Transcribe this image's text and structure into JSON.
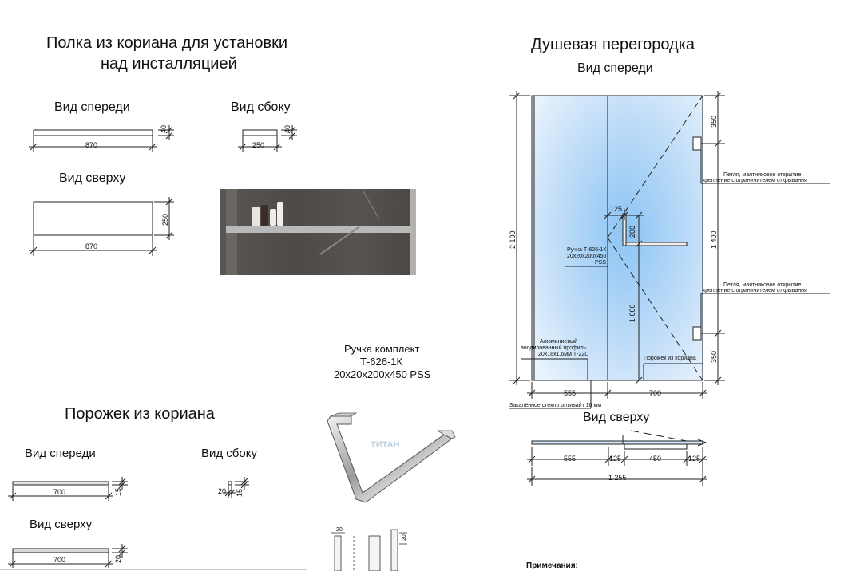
{
  "shelf": {
    "title_line1": "Полка из кориана для установки",
    "title_line2": "над инсталляцией",
    "front_label": "Вид спереди",
    "side_label": "Вид сбоку",
    "top_label": "Вид сверху",
    "front_width": "870",
    "front_height": "40",
    "side_width": "250",
    "side_height": "40",
    "top_width": "870",
    "top_depth": "250"
  },
  "handle": {
    "title_line1": "Ручка комплект",
    "title_line2": "Т-626-1К",
    "title_line3": "20х20х200х450 PSS",
    "watermark": "ТИТАН",
    "dim_a": "20",
    "dim_b": "20"
  },
  "threshold": {
    "title": "Порожек из кориана",
    "front_label": "Вид спереди",
    "side_label": "Вид сбоку",
    "top_label": "Вид сверху",
    "front_width": "700",
    "front_height": "15",
    "side_width": "20",
    "side_height": "15",
    "top_width": "700",
    "top_depth": "20"
  },
  "partition": {
    "title": "Душевая перегородка",
    "front_label": "Вид спереди",
    "top_label": "Вид сверху",
    "total_height": "2 100",
    "dim_top_350": "350",
    "dim_1400": "1 400",
    "dim_bottom_350": "350",
    "dim_200": "200",
    "dim_1000": "1 000",
    "dim_125_front": "125",
    "dim_555": "555",
    "dim_700": "700",
    "hinge_note_line1": "Петля, маятниковое открытие",
    "hinge_note_line2": "крепление с ограничителем открывания",
    "hinge2_note_line1": "Петля, маятниковое открытие",
    "hinge2_note_line2": "крепление с ограничителем открывания",
    "handle_note_line1": "Ручка Т-626-1К",
    "handle_note_line2": "20х20х200х450",
    "handle_note_line3": "PSS",
    "profile_note_line1": "Алюминиевый",
    "profile_note_line2": "анодированный профиль",
    "profile_note_line3": "20х18х1,6мм Т-22L",
    "threshold_note": "Порожек из кориана",
    "glass_note": "Закалённое стекло оптивайт 10 мм",
    "top_555": "555",
    "top_125a": "125",
    "top_450": "450",
    "top_125b": "125",
    "top_total": "1 255",
    "remarks": "Примечания:",
    "glass_color": "#cfe6fb"
  }
}
